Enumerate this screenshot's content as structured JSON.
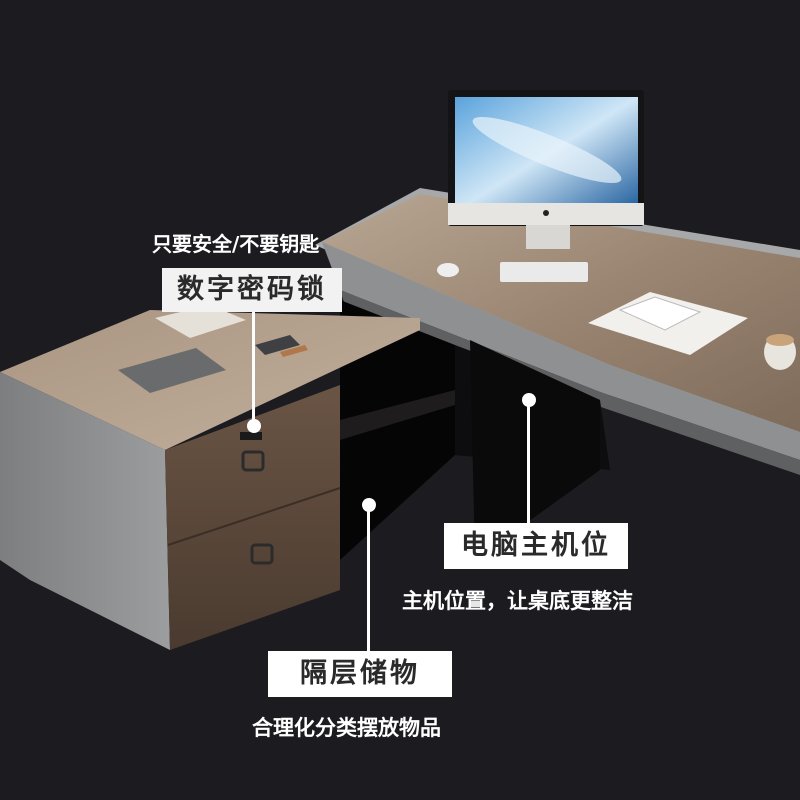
{
  "scene": {
    "subject": "L-shaped office desk with side drawer cabinet",
    "colors": {
      "background": "#1c1b20",
      "wood_top": "#9a8470",
      "wood_top_light": "#b9a894",
      "cabinet_side": "#8d8e8f",
      "drawer_front": "#5c4a3d",
      "frame_gray": "#a7a8aa",
      "shelf_dark": "#0b0b0c",
      "label_bg": "#ffffff",
      "label_text": "#2a2a2a",
      "caption_text": "#ffffff"
    },
    "objects": [
      "monitor-icon",
      "keyboard-icon",
      "mouse-icon",
      "notebook-icon",
      "coffee-cup-icon",
      "tablet-icon",
      "phone-icon",
      "book-icon"
    ]
  },
  "callouts": [
    {
      "id": "lock",
      "caption": "只要安全/不要钥匙",
      "label": "数字密码锁"
    },
    {
      "id": "host",
      "label": "电脑主机位",
      "caption": "主机位置，让桌底更整洁"
    },
    {
      "id": "storage",
      "label": "隔层储物",
      "caption": "合理化分类摆放物品"
    }
  ]
}
